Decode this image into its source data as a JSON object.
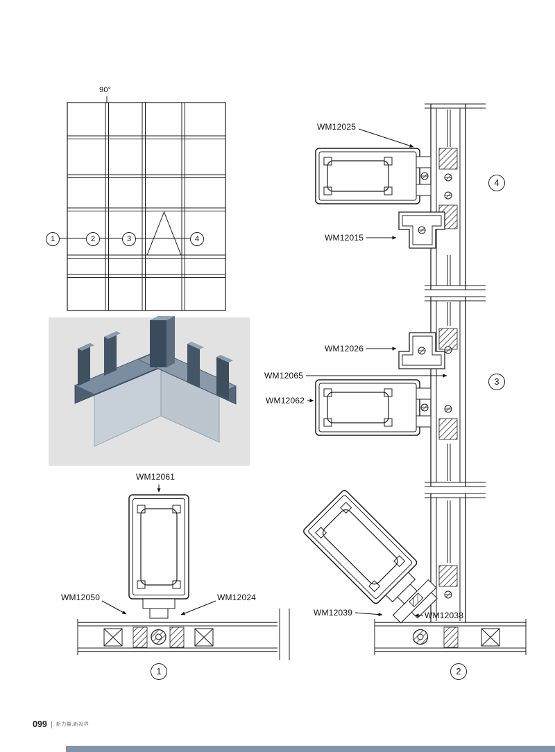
{
  "page": {
    "number": "099",
    "tagline": "新力量,新视界",
    "accent_color": "#8294a9"
  },
  "elevation": {
    "angle_label": "90°",
    "callouts": [
      "1",
      "2",
      "3",
      "4"
    ]
  },
  "parts": {
    "wm12025": "WM12025",
    "wm12015": "WM12015",
    "wm12026": "WM12026",
    "wm12065": "WM12065",
    "wm12062": "WM12062",
    "wm12061": "WM12061",
    "wm12050": "WM12050",
    "wm12024": "WM12024",
    "wm12039": "WM12039",
    "wm12038": "WM12038"
  },
  "details": {
    "d1": "1",
    "d2": "2",
    "d3": "3",
    "d4": "4"
  }
}
